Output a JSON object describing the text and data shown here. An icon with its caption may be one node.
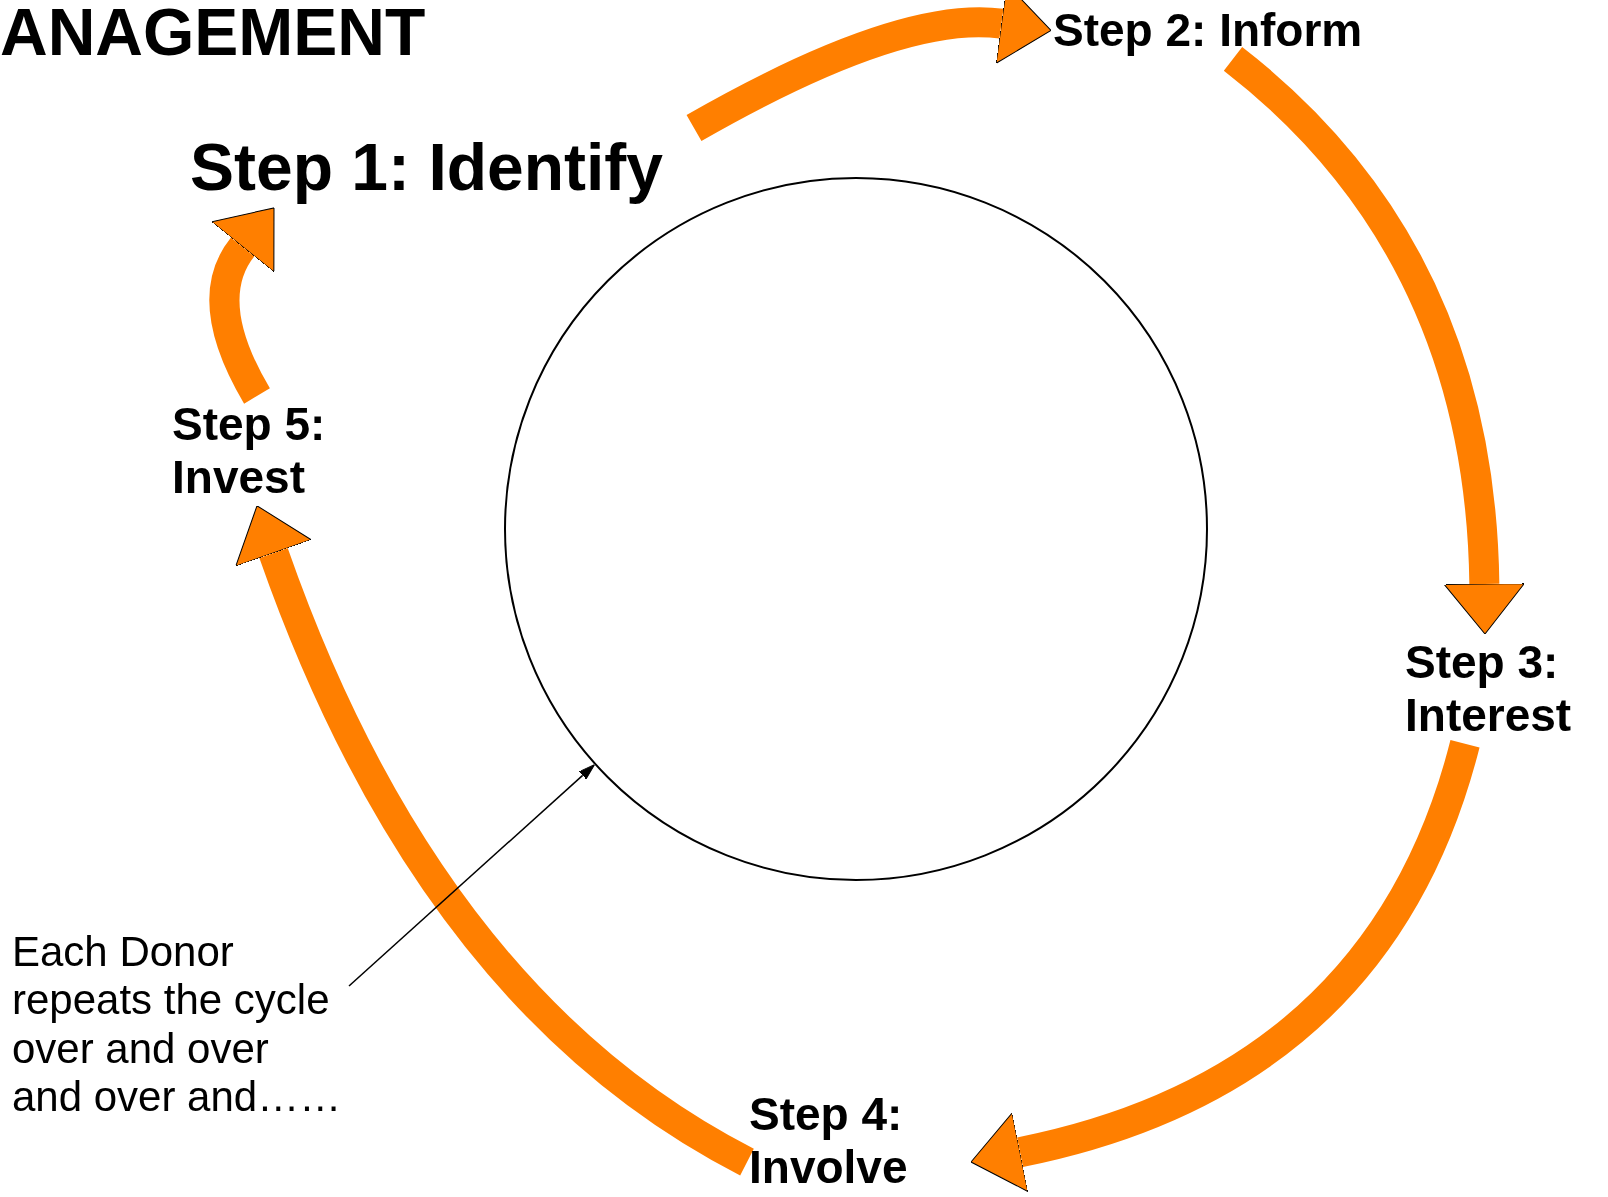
{
  "diagram": {
    "title": "ANAGEMENT",
    "nodes": [
      {
        "text": [
          "Step 1: Identify"
        ]
      },
      {
        "text": [
          "Step 2: Inform"
        ]
      },
      {
        "text": [
          "Step 3: Interest"
        ]
      },
      {
        "text": [
          "Step 4: Involve"
        ]
      },
      {
        "text": [
          "Step 5: Invest"
        ]
      },
      {
        "text": [],
        "shape": "circle"
      },
      {
        "text": [
          "Each Donor repeats the cycle over and over and over and……"
        ]
      }
    ],
    "edges": [
      {
        "from": 0,
        "to": 1,
        "arrow": "to"
      },
      {
        "from": 1,
        "to": 2,
        "arrow": "to"
      },
      {
        "from": 2,
        "to": 3,
        "arrow": "to"
      },
      {
        "from": 3,
        "to": 4,
        "arrow": "to"
      },
      {
        "from": 4,
        "to": 0,
        "arrow": "to"
      },
      {
        "from": 6,
        "to": 5,
        "arrow": "to",
        "color": "#000000"
      }
    ]
  }
}
